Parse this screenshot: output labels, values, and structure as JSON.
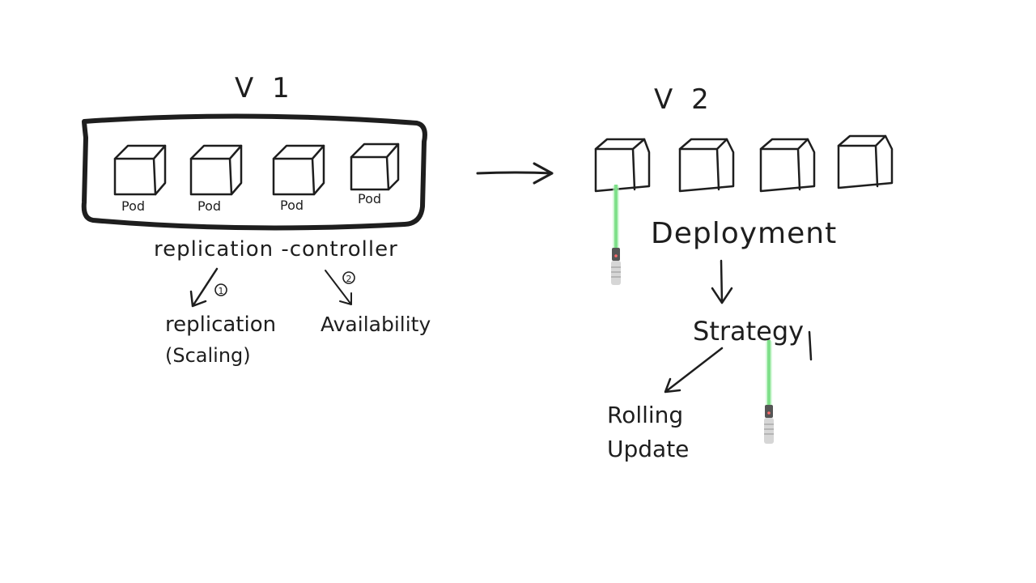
{
  "v1": {
    "title": "V 1",
    "pods": [
      "Pod",
      "Pod",
      "Pod",
      "Pod"
    ],
    "pod_color": "#c9eef8",
    "controller_label": "replication -controller",
    "branch1": {
      "number": "1",
      "line1": "replication",
      "line2": "(Scaling)"
    },
    "branch2": {
      "number": "2",
      "label": "Availability"
    }
  },
  "v2": {
    "title": "V 2",
    "pod_count": 4,
    "pod_color": "#f8c6c6",
    "deployment_label": "Deployment",
    "strategy_label": "Strategy",
    "rolling_line1": "Rolling",
    "rolling_line2": "Update"
  },
  "colors": {
    "ink": "#1e1e1e",
    "saber_blade": "#7fe08a",
    "saber_hilt": "#cfcfcf"
  }
}
